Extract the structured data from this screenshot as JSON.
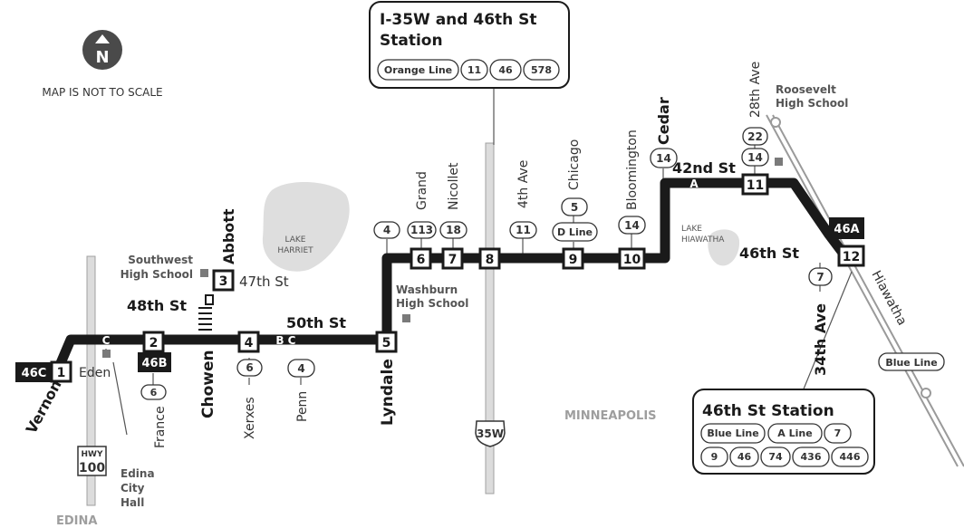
{
  "map": {
    "scale_note": "MAP IS NOT TO SCALE",
    "north_label": "N",
    "area_labels": {
      "edina": "EDINA",
      "minneapolis": "MINNEAPOLIS"
    },
    "lakes": {
      "harriet": [
        "LAKE",
        "HARRIET"
      ],
      "hiawatha": [
        "LAKE",
        "HIAWATHA"
      ]
    },
    "highways": {
      "hwy_label": "HWY",
      "hwy_number": "100",
      "interstate": "35W"
    },
    "route_letters": {
      "c1": "C",
      "b": "B",
      "c2": "C",
      "a": "A"
    },
    "stops": [
      "1",
      "2",
      "3",
      "4",
      "5",
      "6",
      "7",
      "8",
      "9",
      "10",
      "11",
      "12"
    ],
    "route_tags": {
      "46c": "46C",
      "46b": "46B",
      "46a": "46A"
    },
    "streets": {
      "vernon": "Vernon",
      "eden": "Eden",
      "france": "France",
      "chowen": "Chowen",
      "abbott": "Abbott",
      "st47": "47th St",
      "st48": "48th St",
      "xerxes": "Xerxes",
      "penn": "Penn",
      "st50": "50th St",
      "lyndale": "Lyndale",
      "grand": "Grand",
      "nicollet": "Nicollet",
      "ave4": "4th Ave",
      "chicago": "Chicago",
      "bloomington": "Bloomington",
      "cedar": "Cedar",
      "st42": "42nd St",
      "ave28": "28th Ave",
      "st46": "46th St",
      "ave34": "34th Ave",
      "hiawatha": "Hiawatha"
    },
    "landmarks": {
      "southwest_hs": [
        "Southwest",
        "High School"
      ],
      "washburn_hs": [
        "Washburn",
        "High School"
      ],
      "roosevelt_hs": [
        "Roosevelt",
        "High School"
      ],
      "edina_city_hall": [
        "Edina",
        "City",
        "Hall"
      ]
    },
    "connections": {
      "france": "6",
      "xerxes": "6",
      "penn": "4",
      "lyndale": "4",
      "grand": "113",
      "nicollet": "18",
      "ave4": "11",
      "chicago_bus": "5",
      "chicago_brt": "D Line",
      "bloomington": "14",
      "cedar": "14",
      "ave28_a": "22",
      "ave28_b": "14",
      "ave34": "7",
      "hiawatha_rail": "Blue Line"
    }
  },
  "callouts": {
    "i35w": {
      "title_line1": "I-35W and 46th St",
      "title_line2": "Station",
      "routes": [
        "Orange Line",
        "11",
        "46",
        "578"
      ]
    },
    "st46": {
      "title": "46th St Station",
      "routes_row1": [
        "Blue Line",
        "A Line",
        "7"
      ],
      "routes_row2": [
        "9",
        "46",
        "74",
        "436",
        "446"
      ]
    }
  }
}
